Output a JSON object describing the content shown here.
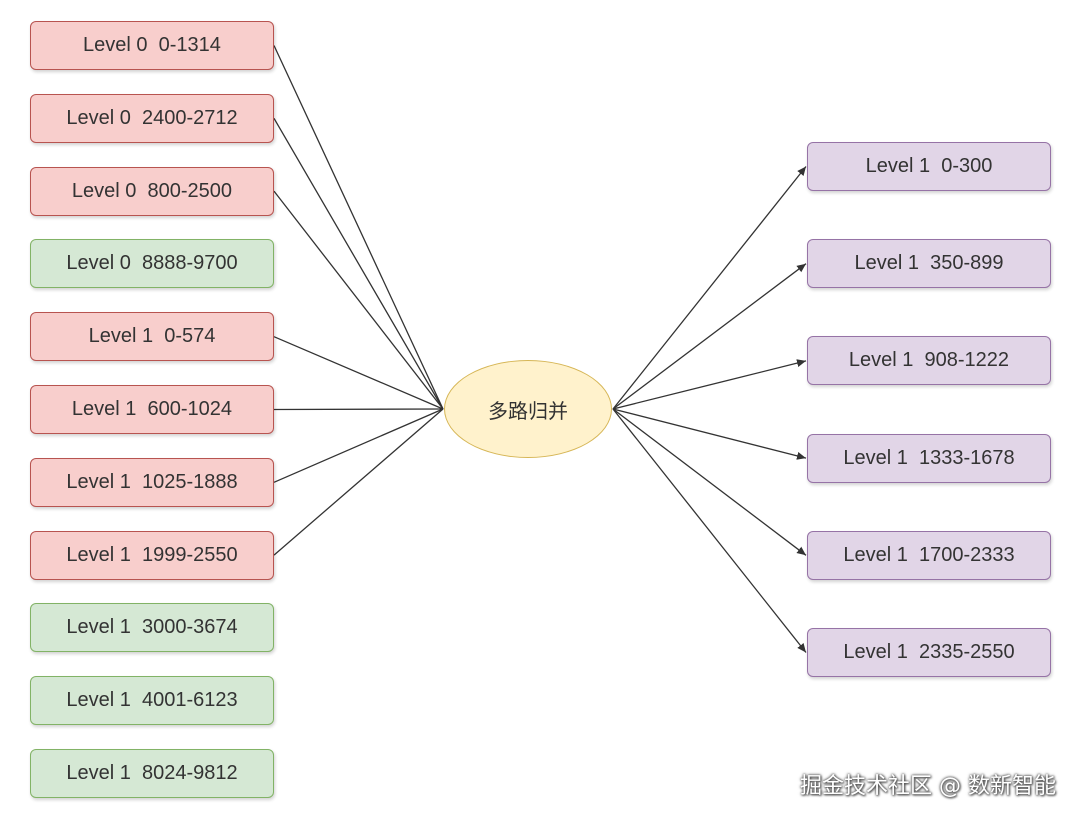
{
  "diagram": {
    "center_label": "多路归并",
    "inputs": [
      {
        "label": "Level 0  0-1314",
        "status": "overlapping"
      },
      {
        "label": "Level 0  2400-2712",
        "status": "overlapping"
      },
      {
        "label": "Level 0  800-2500",
        "status": "overlapping"
      },
      {
        "label": "Level 0  8888-9700",
        "status": "non-overlapping"
      },
      {
        "label": "Level 1  0-574",
        "status": "overlapping"
      },
      {
        "label": "Level 1  600-1024",
        "status": "overlapping"
      },
      {
        "label": "Level 1  1025-1888",
        "status": "overlapping"
      },
      {
        "label": "Level 1  1999-2550",
        "status": "overlapping"
      },
      {
        "label": "Level 1  3000-3674",
        "status": "non-overlapping"
      },
      {
        "label": "Level 1  4001-6123",
        "status": "non-overlapping"
      },
      {
        "label": "Level 1  8024-9812",
        "status": "non-overlapping"
      }
    ],
    "outputs": [
      {
        "label": "Level 1  0-300"
      },
      {
        "label": "Level 1  350-899"
      },
      {
        "label": "Level 1  908-1222"
      },
      {
        "label": "Level 1  1333-1678"
      },
      {
        "label": "Level 1  1700-2333"
      },
      {
        "label": "Level 1  2335-2550"
      }
    ]
  },
  "colors": {
    "overlapping_fill": "#f8cecc",
    "non_overlapping_fill": "#d5e8d4",
    "output_fill": "#e1d5e7",
    "hub_fill": "#fff2cc",
    "edge": "#333333"
  },
  "watermark": "掘金技术社区 @ 数新智能"
}
